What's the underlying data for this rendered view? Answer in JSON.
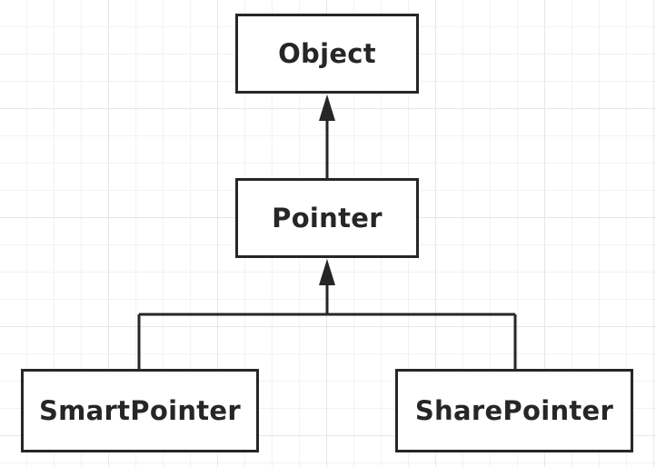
{
  "diagram": {
    "nodes": {
      "object": {
        "label": "Object"
      },
      "pointer": {
        "label": "Pointer"
      },
      "smart_pointer": {
        "label": "SmartPointer"
      },
      "share_pointer": {
        "label": "SharePointer"
      }
    },
    "edges": [
      {
        "from": "pointer",
        "to": "object",
        "type": "inheritance"
      },
      {
        "from": "smart_pointer",
        "to": "pointer",
        "type": "inheritance"
      },
      {
        "from": "share_pointer",
        "to": "pointer",
        "type": "inheritance"
      }
    ],
    "colors": {
      "stroke": "#262626",
      "grid_major": "#e6e6e6",
      "grid_minor": "#f2f2f2",
      "background": "#ffffff"
    }
  }
}
